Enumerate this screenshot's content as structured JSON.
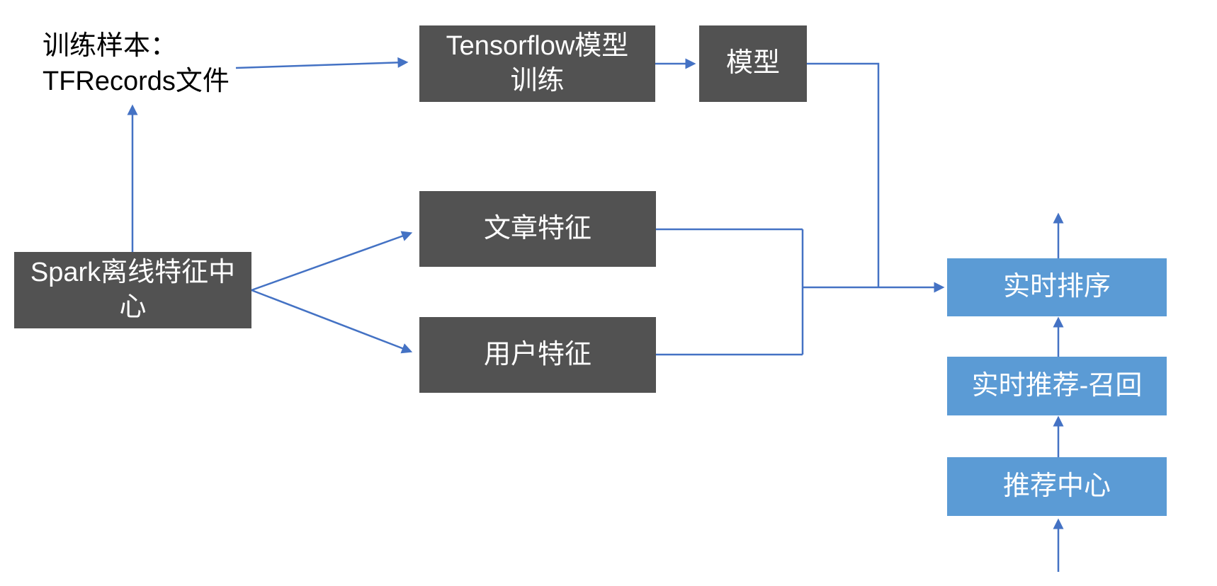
{
  "diagram": {
    "type": "flow-diagram",
    "background": "#ffffff",
    "colors": {
      "dark_box_fill": "#525252",
      "blue_box_fill": "#5b9bd5",
      "arrow_stroke": "#4472c4",
      "box_text": "#ffffff",
      "label_text": "#000000"
    },
    "labels": {
      "training_samples": "训练样本：\nTFRecords文件"
    },
    "nodes": {
      "tensorflow_training": "Tensorflow模型\n训练",
      "model": "模型",
      "article_features": "文章特征",
      "user_features": "用户特征",
      "spark_feature_center": "Spark离线特征中\n心",
      "realtime_ranking": "实时排序",
      "realtime_recall": "实时推荐-召回",
      "recommend_center": "推荐中心"
    },
    "edges": [
      {
        "from": "spark_feature_center",
        "to": "training_samples",
        "arrow": true
      },
      {
        "from": "training_samples",
        "to": "tensorflow_training",
        "arrow": true
      },
      {
        "from": "tensorflow_training",
        "to": "model",
        "arrow": true
      },
      {
        "from": "model",
        "to": "realtime_ranking",
        "arrow": true
      },
      {
        "from": "spark_feature_center",
        "to": "article_features",
        "arrow": true
      },
      {
        "from": "spark_feature_center",
        "to": "user_features",
        "arrow": true
      },
      {
        "from": "article_features",
        "to": "realtime_ranking",
        "arrow": true
      },
      {
        "from": "user_features",
        "to": "realtime_ranking",
        "arrow": true
      },
      {
        "from": "realtime_ranking",
        "to": "up-output",
        "arrow": true
      },
      {
        "from": "realtime_recall",
        "to": "realtime_ranking",
        "arrow": true
      },
      {
        "from": "recommend_center",
        "to": "realtime_recall",
        "arrow": true
      },
      {
        "from": "bottom-input",
        "to": "recommend_center",
        "arrow": true
      }
    ]
  }
}
